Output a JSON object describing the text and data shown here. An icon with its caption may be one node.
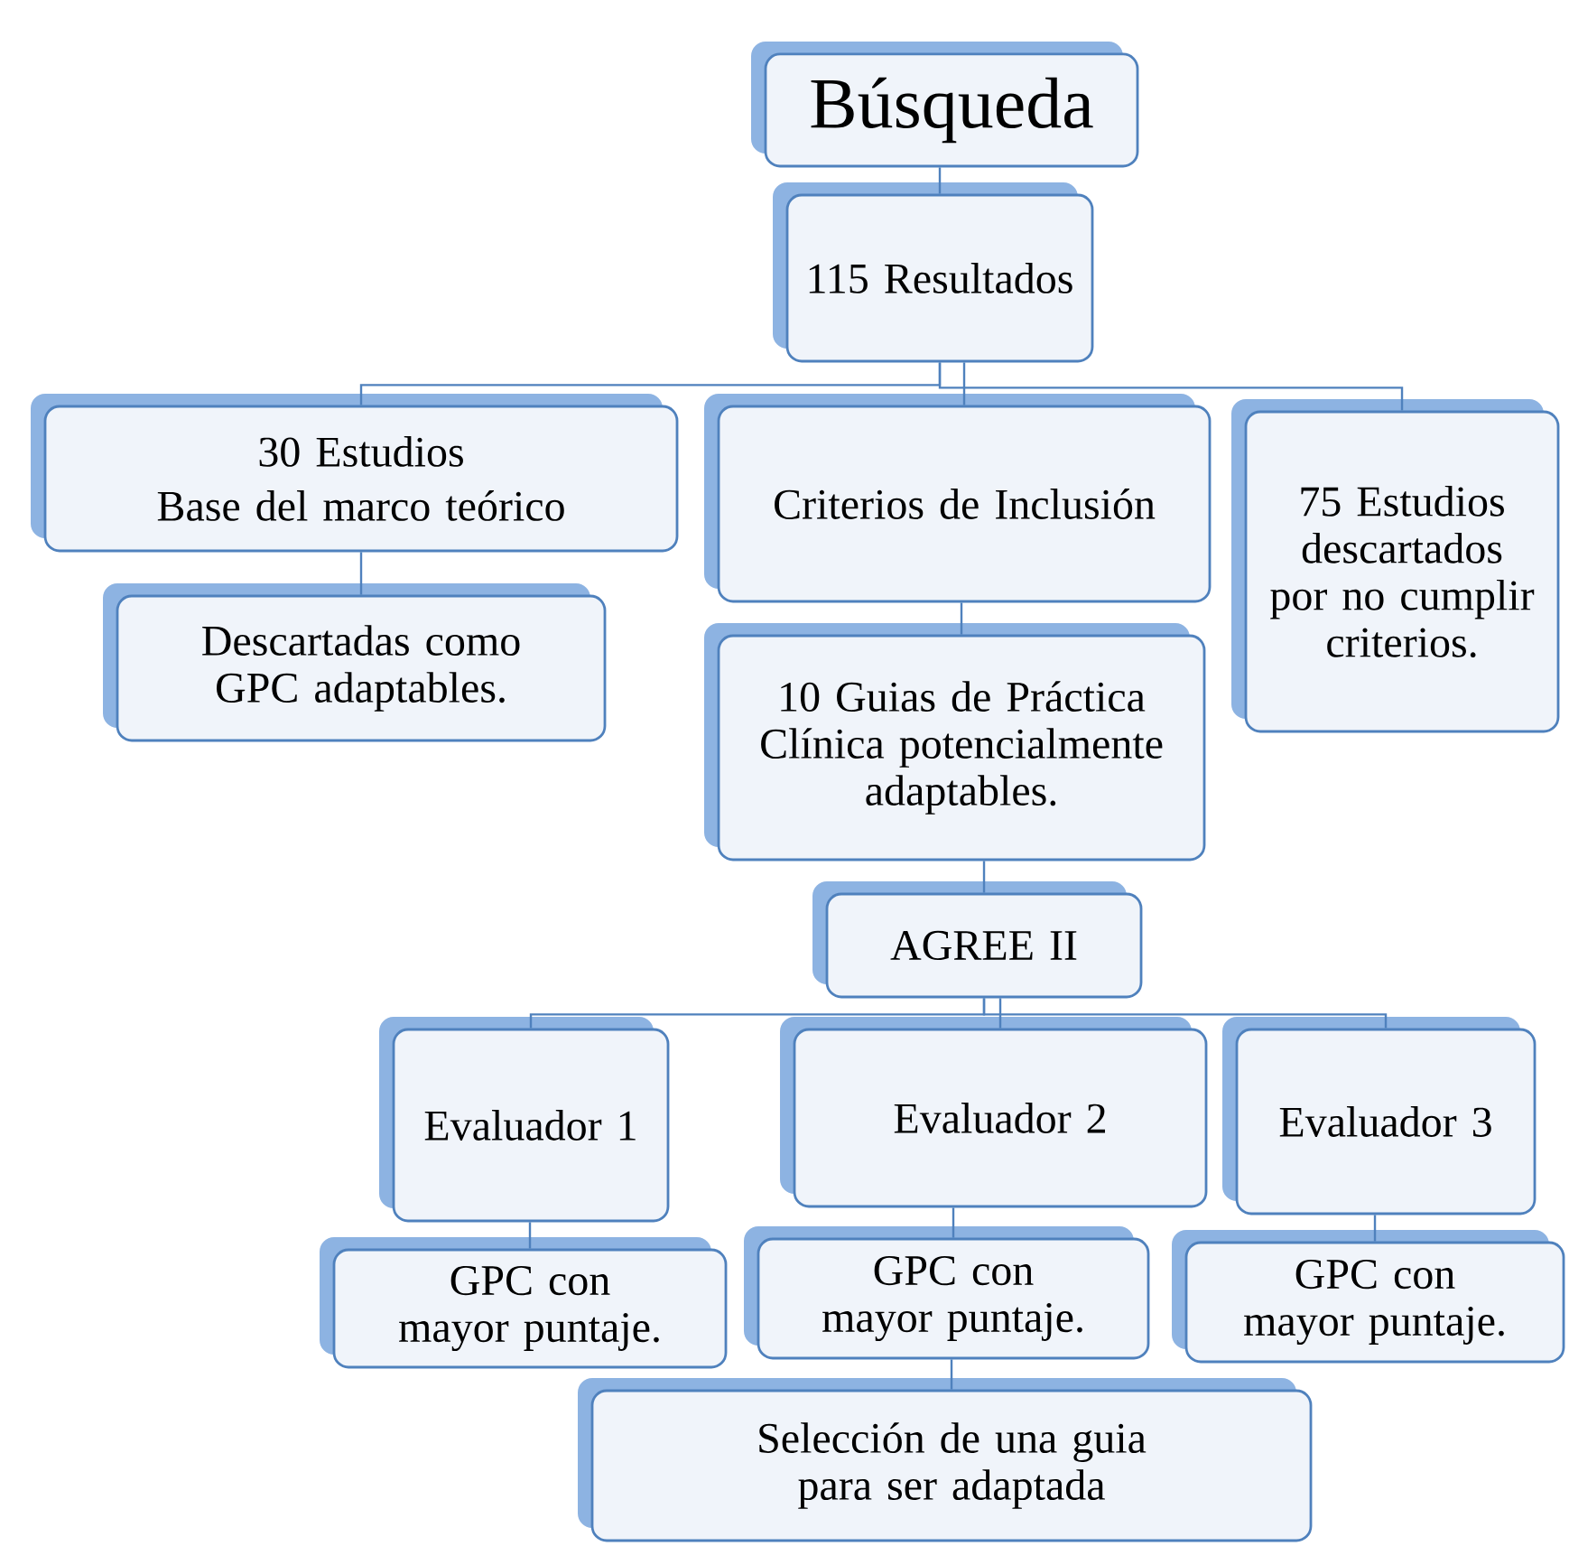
{
  "diagram": {
    "nodes": [
      {
        "text": [
          "Búsqueda"
        ]
      },
      {
        "text": [
          "115 Resultados"
        ]
      },
      {
        "text": [
          "30 Estudios",
          "Base del marco teórico"
        ]
      },
      {
        "text": [
          "Criterios de Inclusión"
        ]
      },
      {
        "text": [
          "75 Estudios descartados por no cumplir criterios."
        ]
      },
      {
        "text": [
          "Descartadas como GPC adaptables."
        ]
      },
      {
        "text": [
          "10 Guias de Práctica Clínica potencialmente adaptables."
        ]
      },
      {
        "text": [
          "AGREE II"
        ]
      },
      {
        "text": [
          "Evaluador 1"
        ]
      },
      {
        "text": [
          "Evaluador 2"
        ]
      },
      {
        "text": [
          "Evaluador 3"
        ]
      },
      {
        "text": [
          "GPC con mayor puntaje."
        ]
      },
      {
        "text": [
          "GPC con mayor puntaje."
        ]
      },
      {
        "text": [
          "GPC con mayor puntaje."
        ]
      },
      {
        "text": [
          "Selección de una guia para ser adaptada"
        ]
      }
    ],
    "edges": [
      {
        "from": 0,
        "to": 1,
        "arrow": "none"
      },
      {
        "from": 1,
        "to": 2,
        "arrow": "none"
      },
      {
        "from": 1,
        "to": 3,
        "arrow": "none"
      },
      {
        "from": 1,
        "to": 4,
        "arrow": "none"
      },
      {
        "from": 2,
        "to": 5,
        "arrow": "none"
      },
      {
        "from": 3,
        "to": 6,
        "arrow": "none"
      },
      {
        "from": 6,
        "to": 7,
        "arrow": "none"
      },
      {
        "from": 7,
        "to": 8,
        "arrow": "none"
      },
      {
        "from": 7,
        "to": 9,
        "arrow": "none"
      },
      {
        "from": 7,
        "to": 10,
        "arrow": "none"
      },
      {
        "from": 8,
        "to": 11,
        "arrow": "none"
      },
      {
        "from": 9,
        "to": 12,
        "arrow": "none"
      },
      {
        "from": 10,
        "to": 13,
        "arrow": "none"
      },
      {
        "from": 12,
        "to": 14,
        "arrow": "none"
      }
    ]
  }
}
